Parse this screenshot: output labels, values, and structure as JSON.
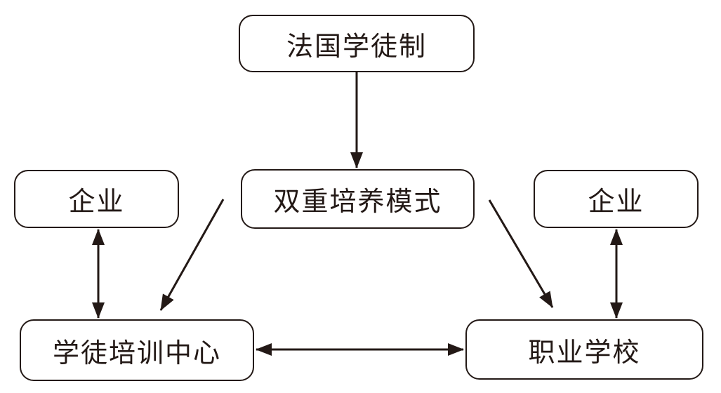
{
  "diagram": {
    "background_color": "#ffffff",
    "stroke_color": "#231916",
    "nodes": {
      "root": {
        "label": "法国学徒制"
      },
      "center": {
        "label": "双重培养模式"
      },
      "enterprise_left": {
        "label": "企业"
      },
      "enterprise_right": {
        "label": "企业"
      },
      "training_center": {
        "label": "学徒培训中心"
      },
      "vocational_school": {
        "label": "职业学校"
      }
    },
    "edges": [
      {
        "from": "法国学徒制",
        "to": "双重培养模式",
        "type": "arrow",
        "direction": "down"
      },
      {
        "from": "双重培养模式",
        "to": "学徒培训中心",
        "type": "arrow",
        "direction": "down-left"
      },
      {
        "from": "双重培养模式",
        "to": "职业学校",
        "type": "arrow",
        "direction": "down-right"
      },
      {
        "from": "企业",
        "to": "学徒培训中心",
        "type": "double-arrow",
        "direction": "vertical"
      },
      {
        "from": "企业",
        "to": "职业学校",
        "type": "double-arrow",
        "direction": "vertical"
      },
      {
        "from": "学徒培训中心",
        "to": "职业学校",
        "type": "double-arrow",
        "direction": "horizontal"
      }
    ]
  }
}
